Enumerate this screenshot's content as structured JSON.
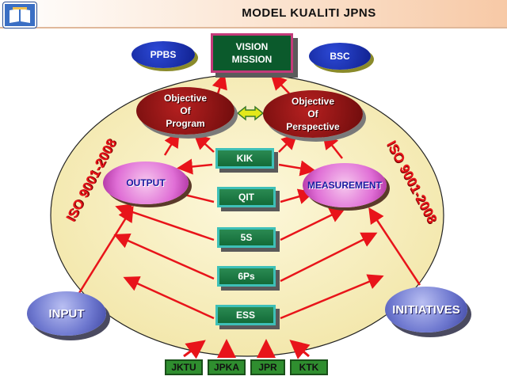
{
  "title": "MODEL KUALITI JPNS",
  "top": {
    "vision_mission": [
      "VISION",
      "MISSION"
    ],
    "ppbs": "PPBS",
    "bsc": "BSC"
  },
  "objectives": {
    "program": [
      "Objective",
      "Of",
      "Program"
    ],
    "perspective": [
      "Objective",
      "Of",
      "Perspective"
    ]
  },
  "left": {
    "output": "OUTPUT",
    "input": "INPUT"
  },
  "right": {
    "measurement": "MEASUREMENT",
    "initiatives": "INITIATIVES"
  },
  "center_boxes": [
    "KIK",
    "QIT",
    "5S",
    "6Ps",
    "ESS"
  ],
  "bottom_boxes": [
    "JKTU",
    "JPKA",
    "JPR",
    "KTK"
  ],
  "iso_label": "ISO 9001-2008",
  "colors": {
    "arrow": "#e8141a",
    "ellipse_fill": "#f8f0c4",
    "dark_green": "#0b5a2c",
    "green_box": "#1e7d46",
    "navy": "#1a2fb0",
    "maroon": "#8b1010"
  },
  "icons": {
    "logo": "book-logo-icon",
    "double_arrow": "double-arrow-icon"
  }
}
